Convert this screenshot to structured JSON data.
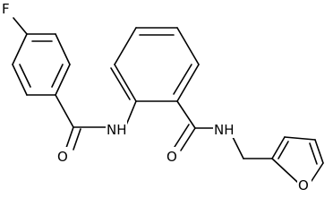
{
  "atoms": {
    "f1": "F",
    "o_amide1": "O",
    "nh_amide1": "NH",
    "o_amide2": "O",
    "nh_amide2": "NH",
    "o_furan": "O"
  },
  "colors": {
    "bond": "#000000",
    "label": "#000000",
    "background": "#ffffff"
  }
}
